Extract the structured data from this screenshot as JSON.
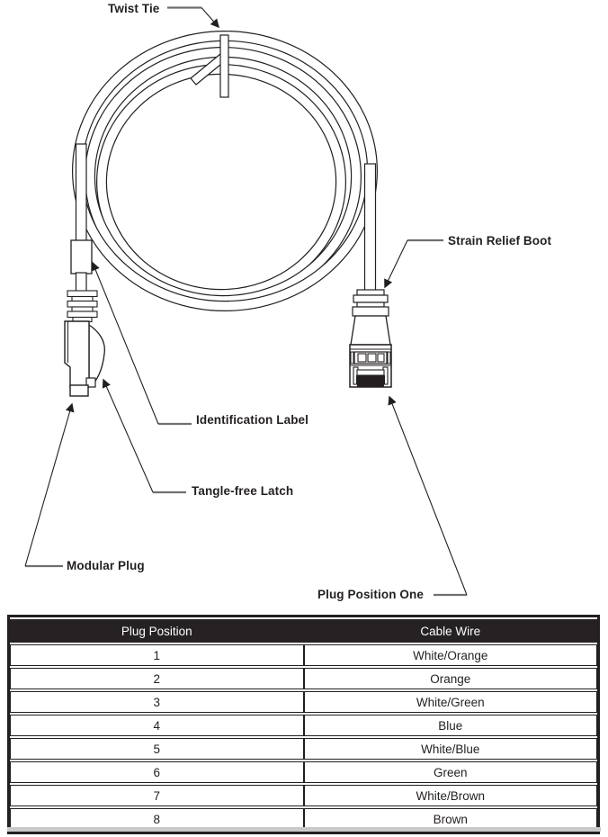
{
  "diagram": {
    "labels": {
      "twist_tie": "Twist Tie",
      "strain_relief_boot": "Strain Relief Boot",
      "identification_label": "Identification Label",
      "tangle_free_latch": "Tangle-free Latch",
      "modular_plug": "Modular Plug",
      "plug_position_one": "Plug Position One"
    }
  },
  "wiring_table": {
    "headers": [
      "Plug Position",
      "Cable Wire"
    ],
    "rows": [
      {
        "position": "1",
        "wire": "White/Orange"
      },
      {
        "position": "2",
        "wire": "Orange"
      },
      {
        "position": "3",
        "wire": "White/Green"
      },
      {
        "position": "4",
        "wire": "Blue"
      },
      {
        "position": "5",
        "wire": "White/Blue"
      },
      {
        "position": "6",
        "wire": "Green"
      },
      {
        "position": "7",
        "wire": "White/Brown"
      },
      {
        "position": "8",
        "wire": "Brown"
      }
    ]
  },
  "colors": {
    "line_art": "#231f20",
    "leader_gray": "#6e6f72",
    "table_header_bg": "#262223",
    "table_header_text": "#ffffff",
    "footer_rule": "#c9c9c9"
  }
}
